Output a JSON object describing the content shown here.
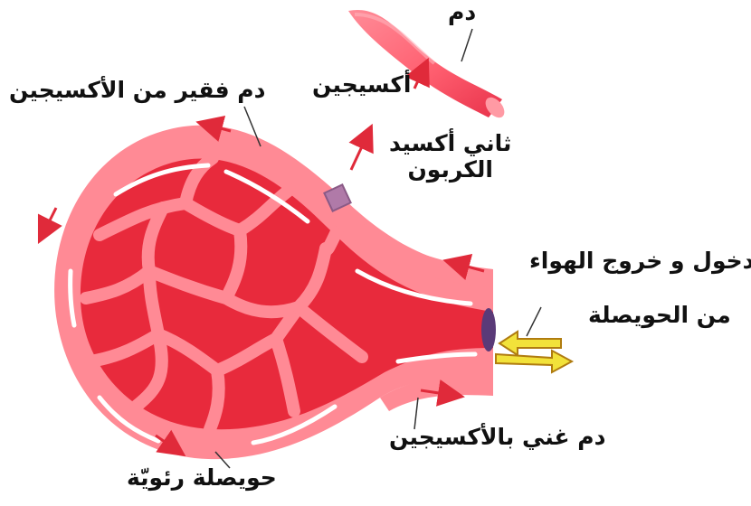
{
  "labels": {
    "blood": "دم",
    "oxygen": "أكسيجين",
    "oxygen_poor_blood": "دم فقير من الأكسيجين",
    "carbon_dioxide_line1": "ثاني أكسيد",
    "carbon_dioxide_line2": "الكربون",
    "air_exchange_line1": "دخول و خروج الهواء",
    "air_exchange_line2": "من الحويصلة",
    "oxygen_rich_blood": "دم غني بالأكسيجين",
    "alveolus": "حويصلة رئويّة"
  },
  "colors": {
    "vessel_fill": "#ff6b7b",
    "vessel_dark": "#e8324a",
    "alveolus_fill": "#e82a3c",
    "capillary": "#ff8a95",
    "arrow_red": "#e02a3a",
    "air_arrow": "#f2e23a",
    "air_arrow_outline": "#b07c10",
    "co2_bubble": "#b07aa8",
    "bronchiole_end": "#5a3a78"
  },
  "icons": {
    "air_arrows": "double-yellow-arrows",
    "co2": "purple-square",
    "flow_arrows": "red-arrows"
  }
}
